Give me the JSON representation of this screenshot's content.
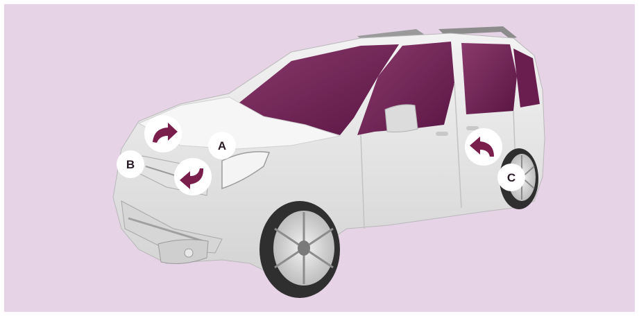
{
  "callouts": {
    "a": "A",
    "b": "B",
    "c": "C"
  },
  "colors": {
    "background": "#e6d3e6",
    "arrow": "#7a1f4c",
    "body": "#e9e9e9",
    "glass": "#6a1e50"
  }
}
